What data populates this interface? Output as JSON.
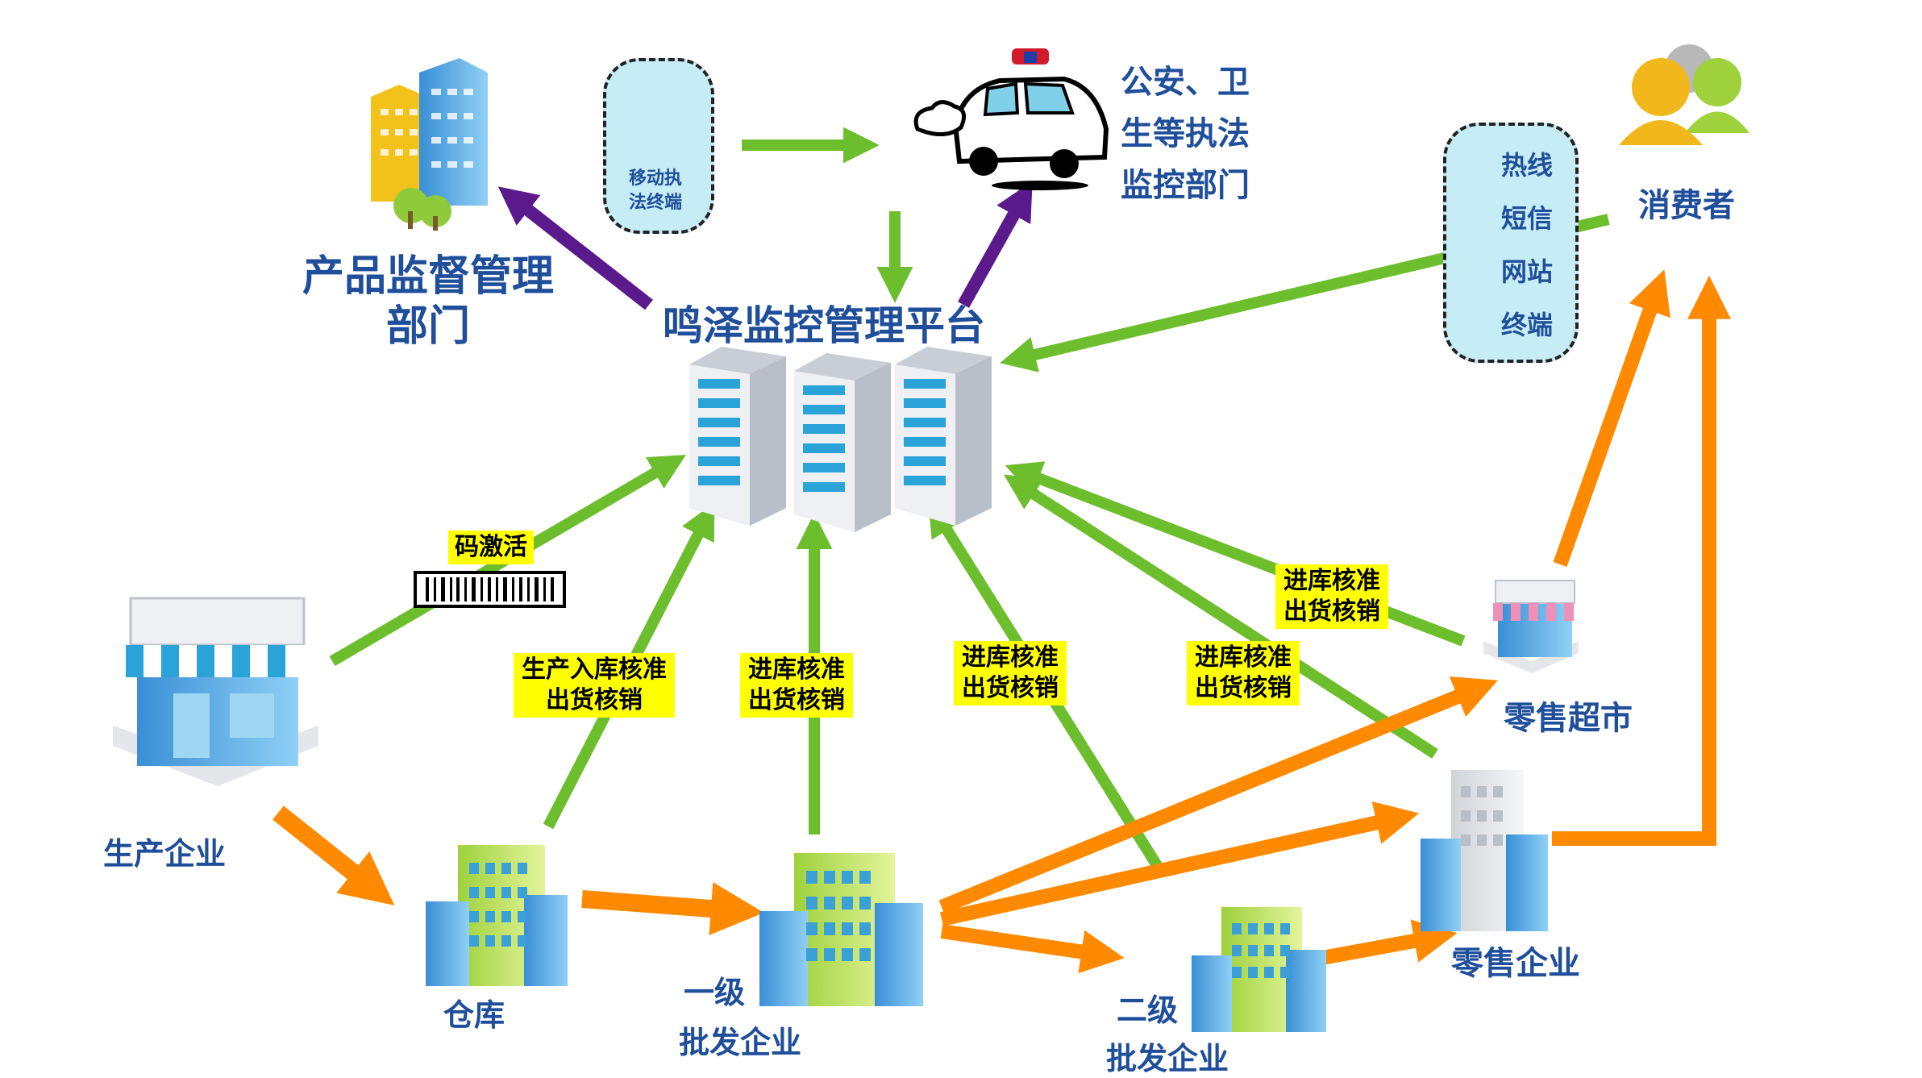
{
  "platform": {
    "title": "鸣泽监控管理平台"
  },
  "nodes": {
    "product_supervision": {
      "line1": "产品监督管理",
      "line2": "部门"
    },
    "mobile_terminal": {
      "line1": "移动执",
      "line2": "法终端"
    },
    "police": {
      "line1": "公安、卫",
      "line2": "生等执法",
      "line3": "监控部门"
    },
    "consumer": {
      "label": "消费者"
    },
    "channels": [
      "热线",
      "短信",
      "网站",
      "终端"
    ],
    "producer": {
      "label": "生产企业"
    },
    "warehouse": {
      "label": "仓库"
    },
    "wholesale1": {
      "line1": "一级",
      "line2": "批发企业"
    },
    "wholesale2": {
      "line1": "二级",
      "line2": "批发企业"
    },
    "retail": {
      "label": "零售企业"
    },
    "supermarket": {
      "label": "零售超市"
    }
  },
  "tags": {
    "activate": "码激活",
    "warehouse_tag": {
      "line1": "生产入库核准",
      "line2": "出货核销"
    },
    "w1_tag": {
      "line1": "进库核准",
      "line2": "出货核销"
    },
    "w2_tag": {
      "line1": "进库核准",
      "line2": "出货核销"
    },
    "retail_tag": {
      "line1": "进库核准",
      "line2": "出货核销"
    },
    "market_tag": {
      "line1": "进库核准",
      "line2": "出货核销"
    }
  },
  "colors": {
    "data_flow": "#6dbe2d",
    "goods_flow": "#ff8a00",
    "supervision_flow": "#5a1a8c",
    "label_text": "#1f4e9a",
    "tag_bg": "#ffff00"
  }
}
